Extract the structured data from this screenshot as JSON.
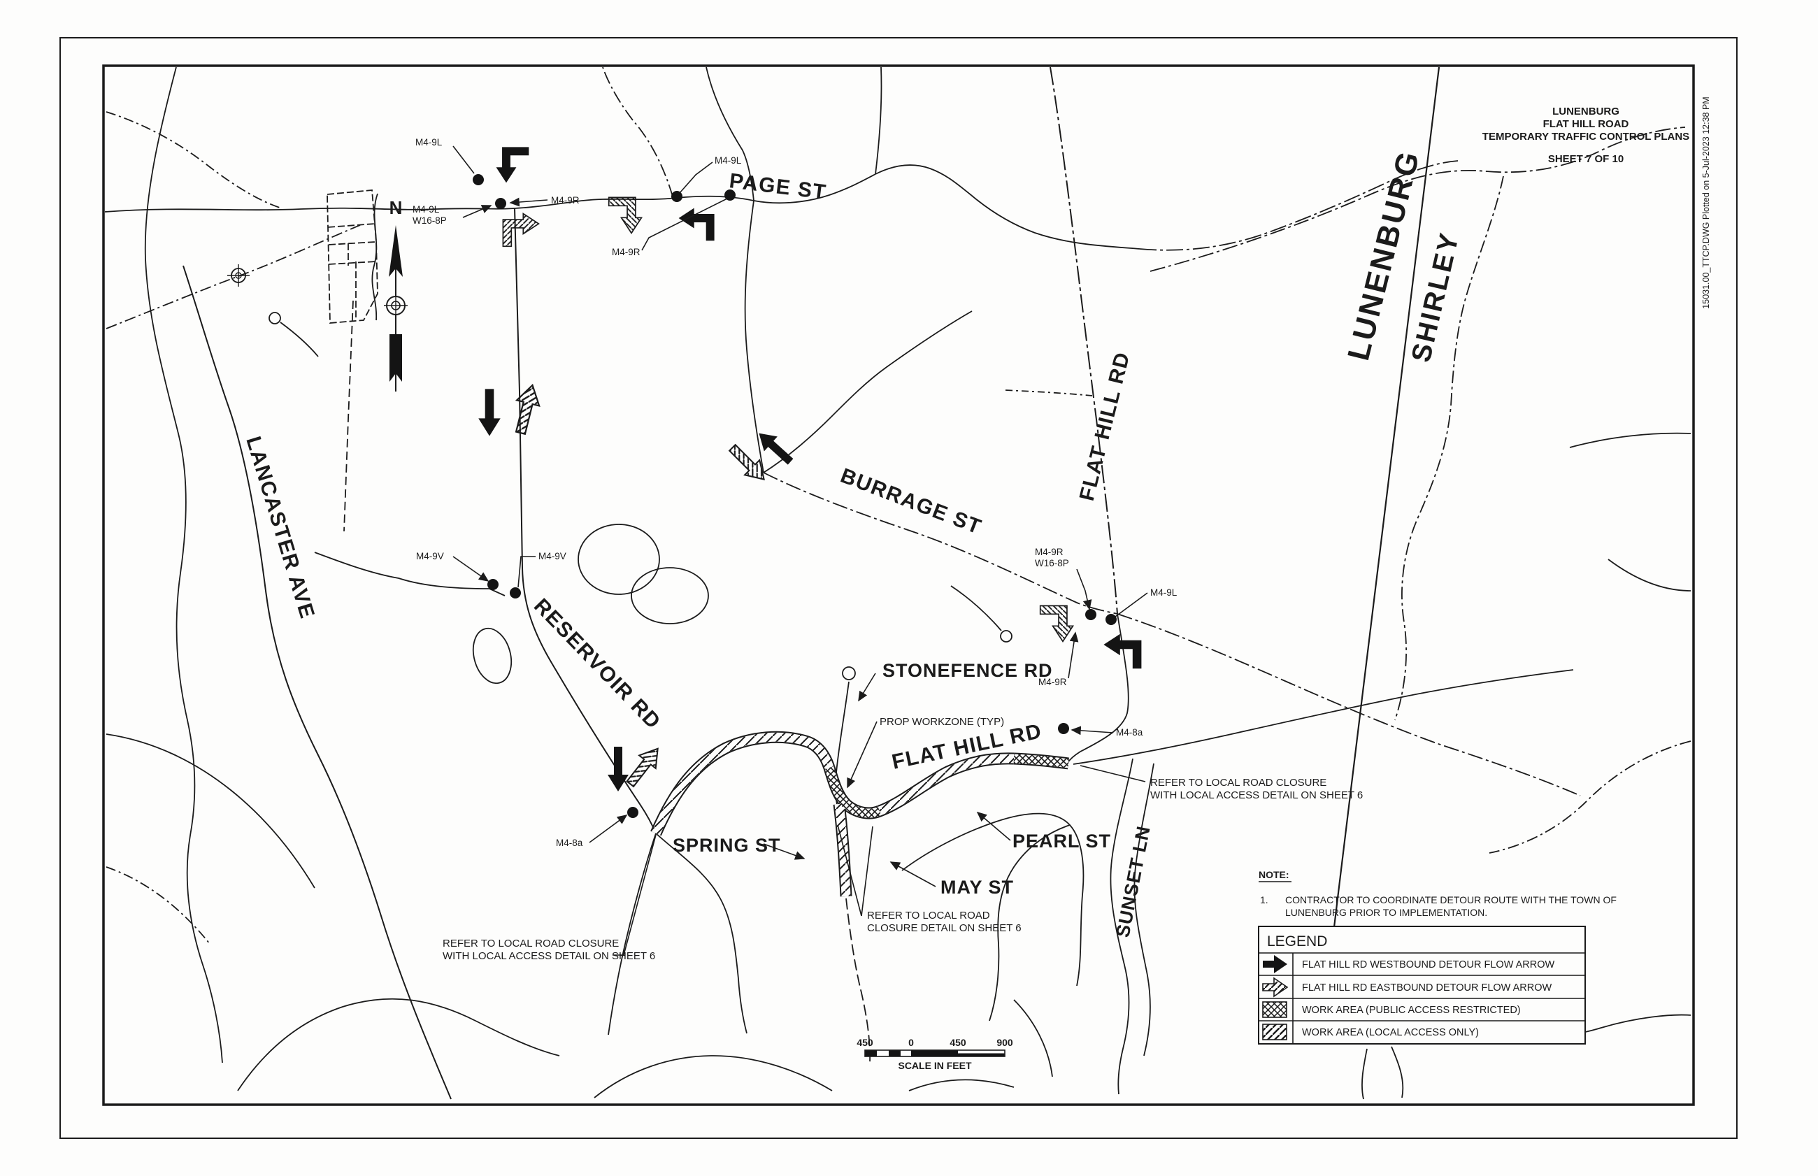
{
  "sheet": {
    "title_block": {
      "line1": "LUNENBURG",
      "line2": "FLAT HILL ROAD",
      "line3": "TEMPORARY TRAFFIC CONTROL PLANS",
      "sheet_no": "SHEET 7 OF 10"
    },
    "plot_stamp": "15031.00_TTCP.DWG       Plotted on  5-Jul-2023  12:38 PM"
  },
  "towns": {
    "left": "LUNENBURG",
    "right": "SHIRLEY"
  },
  "compass": {
    "label": "N"
  },
  "streets": {
    "page": "PAGE ST",
    "lancaster": "LANCASTER AVE",
    "reservoir": "RESERVOIR RD",
    "burrage": "BURRAGE ST",
    "flat_hill_north": "FLAT HILL RD",
    "flat_hill_west": "FLAT HILL RD",
    "stonefence": "STONEFENCE RD",
    "spring": "SPRING ST",
    "may": "MAY ST",
    "pearl": "PEARL ST",
    "sunset": "SUNSET LN"
  },
  "signs": {
    "m4_9l": "M4-9L",
    "m4_9r": "M4-9R",
    "m4_9v": "M4-9V",
    "m4_8a": "M4-8a",
    "w16_8p": "W16-8P"
  },
  "callouts": {
    "prop_workzone": "PROP WORKZONE (TYP)",
    "refer_east_line1": "REFER TO LOCAL ROAD CLOSURE",
    "refer_east_line2": "WITH LOCAL ACCESS DETAIL ON SHEET 6",
    "refer_may_line1": "REFER TO LOCAL ROAD",
    "refer_may_line2": "CLOSURE DETAIL ON SHEET 6",
    "refer_southwest_line1": "REFER TO LOCAL ROAD CLOSURE",
    "refer_southwest_line2": "WITH LOCAL ACCESS DETAIL ON SHEET 6"
  },
  "note": {
    "heading": "NOTE:",
    "item_number": "1.",
    "line1": "CONTRACTOR TO COORDINATE DETOUR ROUTE WITH THE TOWN OF",
    "line2": "LUNENBURG PRIOR TO IMPLEMENTATION."
  },
  "legend": {
    "title": "LEGEND",
    "items": [
      {
        "symbol": "solid-black-arrow",
        "label": "FLAT HILL RD WESTBOUND DETOUR FLOW ARROW"
      },
      {
        "symbol": "hatched-arrow",
        "label": "FLAT HILL RD EASTBOUND DETOUR FLOW ARROW"
      },
      {
        "symbol": "crosshatch-box",
        "label": "WORK AREA (PUBLIC ACCESS RESTRICTED)"
      },
      {
        "symbol": "diagonal-hatch-box",
        "label": "WORK AREA (LOCAL ACCESS ONLY)"
      }
    ]
  },
  "scale_bar": {
    "labels": [
      "450",
      "0",
      "450",
      "900"
    ],
    "caption": "SCALE IN FEET"
  },
  "colors": {
    "ink": "#1b1b1b",
    "paper": "#fdfdfc"
  }
}
